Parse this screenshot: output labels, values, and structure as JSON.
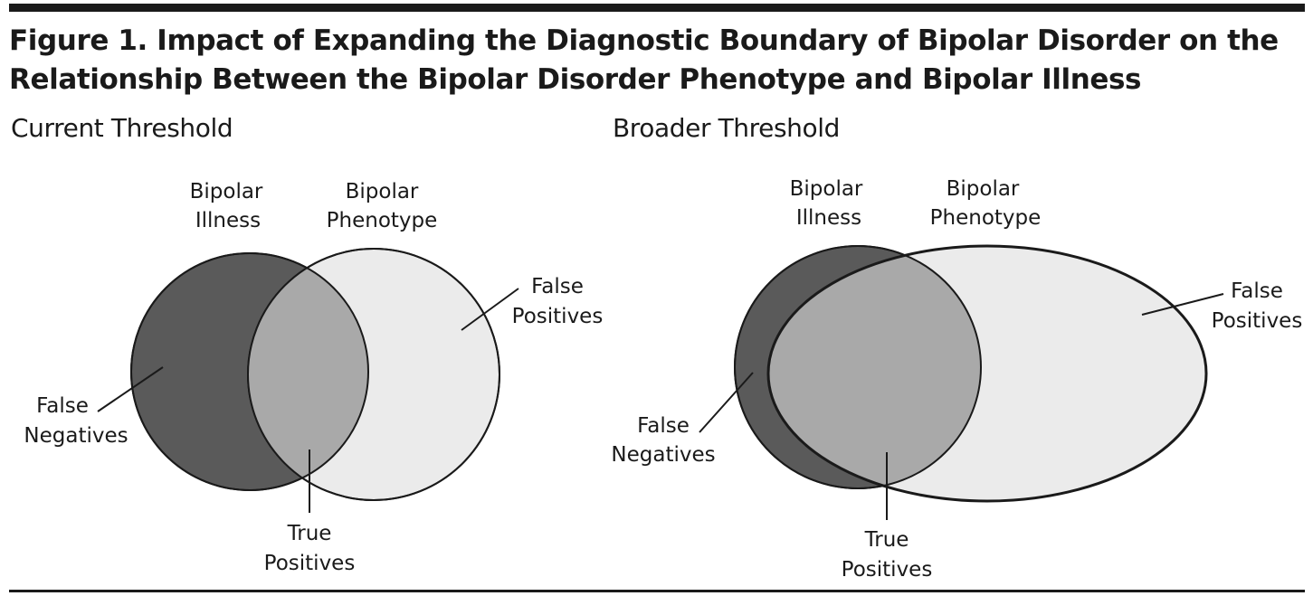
{
  "figure": {
    "title_line1": "Figure 1. Impact of Expanding the Diagnostic Boundary of Bipolar Disorder on the",
    "title_line2": "Relationship Between the Bipolar Disorder Phenotype and Bipolar Illness"
  },
  "panels": [
    {
      "heading": "Current Threshold",
      "illness_label": [
        "Bipolar",
        "Illness"
      ],
      "phenotype_label": [
        "Bipolar",
        "Phenotype"
      ],
      "false_positives": [
        "False",
        "Positives"
      ],
      "false_negatives": [
        "False",
        "Negatives"
      ],
      "true_positives": [
        "True",
        "Positives"
      ]
    },
    {
      "heading": "Broader Threshold",
      "illness_label": [
        "Bipolar",
        "Illness"
      ],
      "phenotype_label": [
        "Bipolar",
        "Phenotype"
      ],
      "false_positives": [
        "False",
        "Positives"
      ],
      "false_negatives": [
        "False",
        "Negatives"
      ],
      "true_positives": [
        "True",
        "Positives"
      ]
    }
  ],
  "colors": {
    "illness_fill": "#5a5a5a",
    "phenotype_fill": "#ebebeb",
    "overlap_fill": "#a9a9a9",
    "stroke": "#1a1a1a"
  }
}
